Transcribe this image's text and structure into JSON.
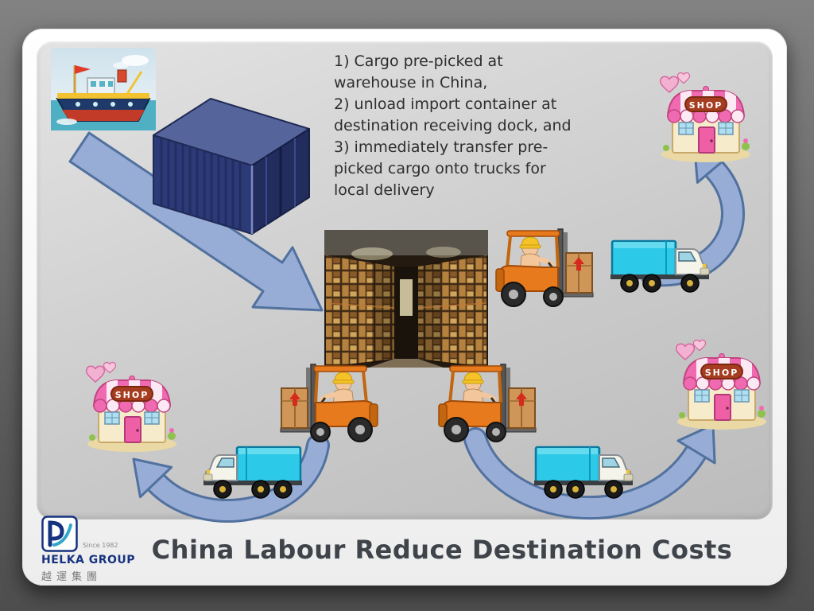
{
  "slide": {
    "title": "China Labour Reduce Destination Costs",
    "description": "1) Cargo pre-picked at\nwarehouse in China,\n2) unload import container at\ndestination receiving dock, and\n3) immediately transfer pre-\npicked cargo onto trucks for\nlocal delivery"
  },
  "branding": {
    "company": "HELKA GROUP",
    "tagline": "Since 1982",
    "chinese_name": "越運集團"
  },
  "diagram": {
    "shop_sign": "SHOP"
  },
  "icons": {
    "ship": "cargo-ship-illustration",
    "container": "blue-shipping-container",
    "warehouse": "warehouse-interior-photo",
    "forklift": "forklift-carrying-box",
    "truck": "blue-delivery-truck",
    "shop": "pink-shop-storefront",
    "hearts": "pink-hearts",
    "arrow": "blue-flow-arrow"
  },
  "colors": {
    "outer_background": "#6f6f6f",
    "panel_gray": "#c9c9c9",
    "arrow_fill": "#98add6",
    "arrow_outline": "#51719f",
    "container_blue": "#2c3a78",
    "truck_cyan": "#2cc9e8",
    "forklift_orange": "#e87a1e",
    "shop_pink": "#f06ab2",
    "title_color": "#3f444a",
    "logo_blue": "#16337f"
  }
}
